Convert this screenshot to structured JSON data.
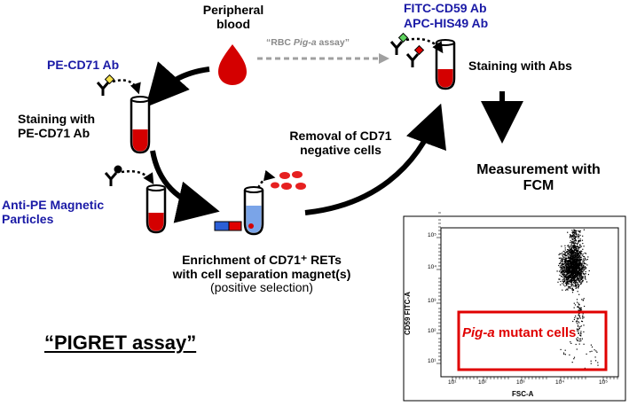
{
  "labels": {
    "peripheral_blood": [
      "Peripheral",
      "blood"
    ],
    "rbc_assay_prefix": "“RBC ",
    "rbc_assay_italic": "Pig-a",
    "rbc_assay_suffix": " assay”",
    "fitc_ab": "FITC-CD59 Ab",
    "apc_ab": "APC-HIS49 Ab",
    "pe_cd71_ab": "PE-CD71 Ab",
    "staining_with_abs": "Staining with Abs",
    "staining_pe": [
      "Staining with",
      "PE-CD71 Ab"
    ],
    "removal": [
      "Removal of CD71",
      "negative cells"
    ],
    "measurement": [
      "Measurement with",
      "FCM"
    ],
    "anti_pe": [
      "Anti-PE Magnetic",
      "Particles"
    ],
    "enrichment": [
      "Enrichment of CD71⁺ RETs",
      "with cell separation magnet(s)"
    ],
    "positive_selection": "(positive selection)",
    "assay_title": "“PIGRET assay”",
    "mutant_italic": "Pig-a",
    "mutant_rest": " mutant cells"
  },
  "plot": {
    "x_axis_title": "FSC-A",
    "y_axis_title": "CD59 FITC-A",
    "x_ticks": [
      "10¹",
      "10²",
      "10³",
      "10⁴",
      "10⁵"
    ],
    "y_ticks": [
      "10¹",
      "10²",
      "10³",
      "10⁴",
      "10⁵"
    ]
  },
  "colors": {
    "red": "#e00000",
    "blue_text": "#1a1aa6",
    "magnet_blue": "#2c5fd6",
    "arrow": "#000000",
    "dashed_arrow": "#a0a0a0"
  },
  "icons": {
    "blood_drop": "blood-drop-icon",
    "antibody": "antibody-icon",
    "tube": "test-tube-icon",
    "magnet": "magnet-icon",
    "cells": "red-blood-cells-icon"
  }
}
